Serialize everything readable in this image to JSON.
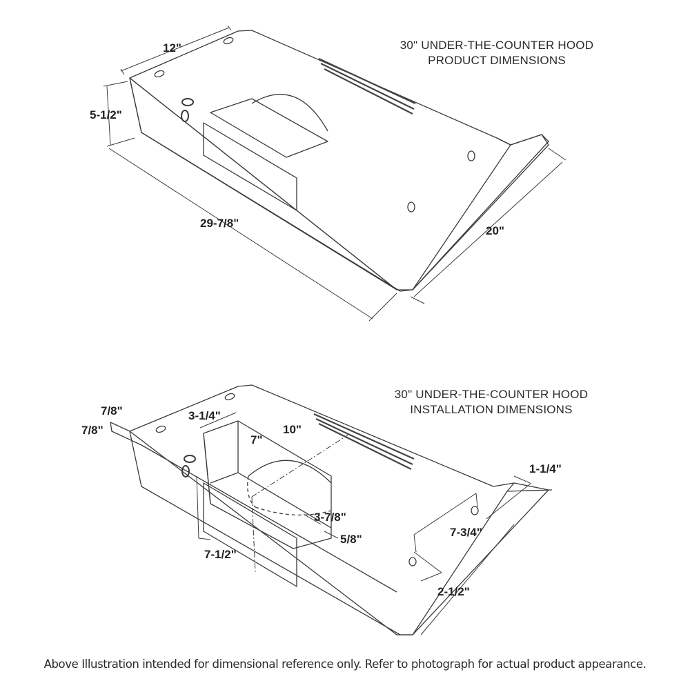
{
  "product_view": {
    "title_line1": "30\" UNDER-THE-COUNTER HOOD",
    "title_line2": "PRODUCT DIMENSIONS",
    "dimensions": {
      "depth_top": "12\"",
      "height": "5-1/2\"",
      "width": "29-7/8\"",
      "depth": "20\""
    }
  },
  "installation_view": {
    "title_line1": "30\" UNDER-THE-COUNTER HOOD",
    "title_line2": "INSTALLATION DIMENSIONS",
    "dimensions": {
      "lip_width": "7/8\"",
      "lip_height": "7/8\"",
      "cutout_depth": "3-1/4\"",
      "cutout_length": "10\"",
      "duct_diameter": "7\"",
      "cutout_offset_front": "3-7/8\"",
      "front_edge": "5/8\"",
      "duct_center_offset": "7-1/2\"",
      "keyhole_right_offset": "1-1/4\"",
      "keyhole_spacing": "7-3/4\"",
      "keyhole_rear_offset": "2-1/2\""
    }
  },
  "footer": {
    "disclaimer": "Above Illustration intended for dimensional reference only. Refer to photograph for actual product appearance."
  }
}
